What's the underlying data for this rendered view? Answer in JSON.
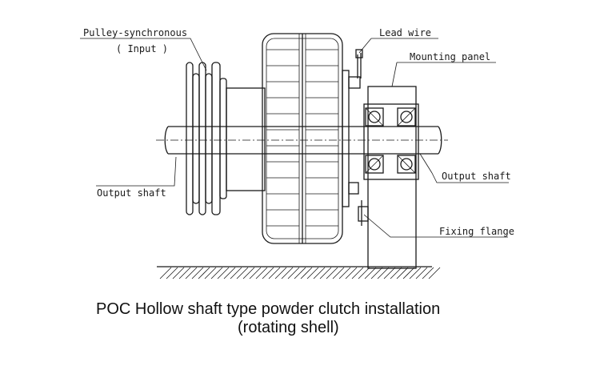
{
  "labels": {
    "pulley_line1": "Pulley-synchronous",
    "pulley_line2": "( Input )",
    "lead_wire": "Lead wire",
    "mounting_panel": "Mounting panel",
    "output_shaft_left": "Output shaft",
    "output_shaft_right": "Output shaft",
    "fixing_flange": "Fixing flange"
  },
  "caption": {
    "line1": "POC Hollow shaft  type powder clutch installation",
    "line2": "(rotating shell)"
  }
}
